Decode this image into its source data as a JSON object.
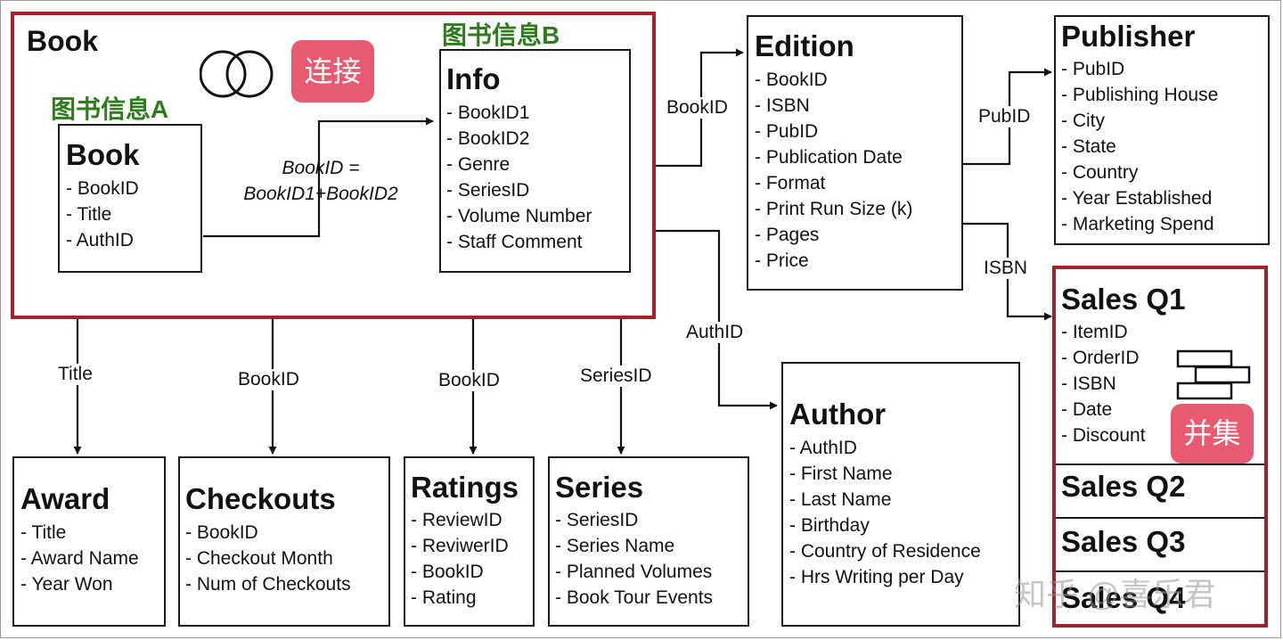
{
  "tables": {
    "book_outer": {
      "title": "Book"
    },
    "book": {
      "title": "Book",
      "fields": [
        "- BookID",
        "- Title",
        "- AuthID"
      ]
    },
    "info": {
      "title": "Info",
      "fields": [
        "- BookID1",
        "- BookID2",
        "- Genre",
        "- SeriesID",
        "- Volume Number",
        "- Staff Comment"
      ]
    },
    "edition": {
      "title": "Edition",
      "fields": [
        "- BookID",
        "- ISBN",
        "- PubID",
        "- Publication Date",
        "- Format",
        "- Print Run Size (k)",
        "- Pages",
        "- Price"
      ]
    },
    "publisher": {
      "title": "Publisher",
      "fields": [
        "- PubID",
        "- Publishing House",
        "- City",
        "- State",
        "- Country",
        "- Year Established",
        "- Marketing Spend"
      ]
    },
    "sales_q1": {
      "title": "Sales Q1",
      "fields": [
        "- ItemID",
        "- OrderID",
        "- ISBN",
        "- Date",
        "- Discount"
      ]
    },
    "sales_q2": {
      "title": "Sales Q2"
    },
    "sales_q3": {
      "title": "Sales Q3"
    },
    "sales_q4": {
      "title": "Sales Q4"
    },
    "author": {
      "title": "Author",
      "fields": [
        "- AuthID",
        "- First Name",
        "- Last Name",
        "- Birthday",
        "- Country of Residence",
        "- Hrs Writing per Day"
      ]
    },
    "award": {
      "title": "Award",
      "fields": [
        "- Title",
        "- Award Name",
        "- Year Won"
      ]
    },
    "checkouts": {
      "title": "Checkouts",
      "fields": [
        "- BookID",
        "- Checkout Month",
        "- Num of Checkouts"
      ]
    },
    "ratings": {
      "title": "Ratings",
      "fields": [
        "- ReviewID",
        "- ReviwerID",
        "- BookID",
        "- Rating"
      ]
    },
    "series": {
      "title": "Series",
      "fields": [
        "- SeriesID",
        "- Series Name",
        "- Planned Volumes",
        "- Book Tour Events"
      ]
    }
  },
  "annotations": {
    "book_info_a": "图书信息A",
    "book_info_b": "图书信息B",
    "join_tag": "连接",
    "union_tag": "并集",
    "join_formula_line1": "BookID =",
    "join_formula_line2": "BookID1+BookID2"
  },
  "edge_labels": {
    "edition_bookid": "BookID",
    "publisher_pubid": "PubID",
    "sales_isbn": "ISBN",
    "author_authid": "AuthID",
    "award_title": "Title",
    "checkouts_bookid": "BookID",
    "ratings_bookid": "BookID",
    "series_seriesid": "SeriesID"
  },
  "icons": {
    "join": "venn-join-icon",
    "union": "stacked-union-icon"
  },
  "colors": {
    "highlight_border": "#a4202a",
    "label_green": "#2e7d1d",
    "tag_pink": "#e85a6f"
  },
  "watermark": "知乎 @喜乐君"
}
